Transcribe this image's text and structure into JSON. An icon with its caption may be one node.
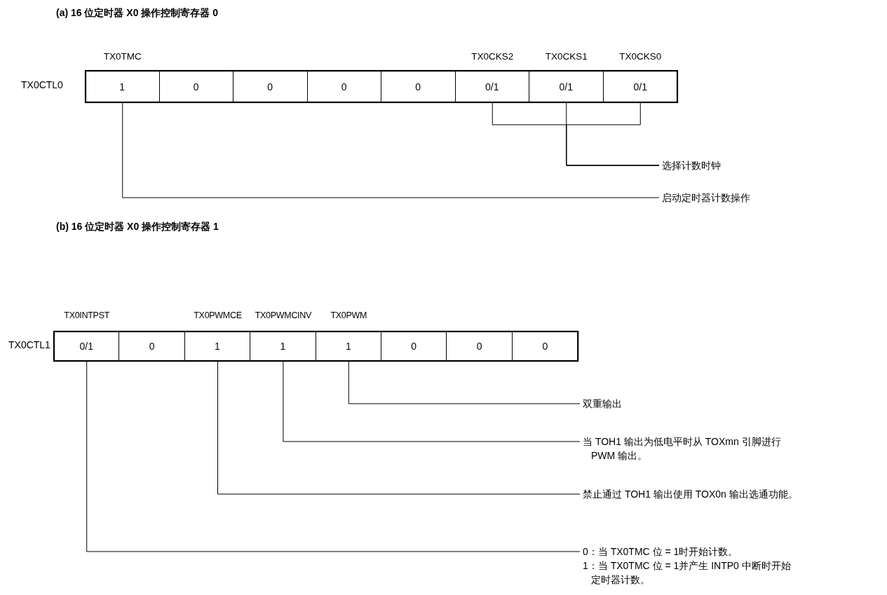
{
  "diagram": {
    "nodes": [
      {
        "text": [
          "1"
        ],
        "beside": [
          "TX0TMC"
        ]
      },
      {
        "text": [
          "0"
        ]
      },
      {
        "text": [
          "0"
        ]
      },
      {
        "text": [
          "0"
        ]
      },
      {
        "text": [
          "0"
        ]
      },
      {
        "text": [
          "0/1"
        ],
        "beside": [
          "TX0CKS2"
        ]
      },
      {
        "text": [
          "0/1"
        ],
        "beside": [
          "TX0CKS1"
        ]
      },
      {
        "text": [
          "0/1"
        ],
        "beside": [
          "TX0CKS0"
        ]
      },
      {
        "text": [
          "选择计数时钟"
        ]
      },
      {
        "text": [
          "启动定时器计数操作"
        ]
      },
      {
        "text": [
          "0/1"
        ],
        "beside": [
          "TX0INTPST"
        ]
      },
      {
        "text": [
          "0"
        ]
      },
      {
        "text": [
          "1"
        ],
        "beside": [
          "TX0PWMCE"
        ]
      },
      {
        "text": [
          "1"
        ],
        "beside": [
          "TX0PWMCINV"
        ]
      },
      {
        "text": [
          "1"
        ],
        "beside": [
          "TX0PWM"
        ]
      },
      {
        "text": [
          "0"
        ]
      },
      {
        "text": [
          "0"
        ]
      },
      {
        "text": [
          "0"
        ]
      },
      {
        "text": [
          "双重输出"
        ]
      },
      {
        "text": [
          "当 TOH1 输出为低电平时从 TOXmn 引脚进行 PWM 输出。"
        ]
      },
      {
        "text": [
          "禁止通过 TOH1 输出使用 TOX0n 输出选通功能。"
        ]
      },
      {
        "text": [
          "0：当 TX0TMC 位 = 1时开始计数。",
          "1：当 TX0TMC 位 = 1并产生 INTP0 中断时开始定时器计数。"
        ]
      }
    ],
    "edges": [
      {
        "from": 5,
        "to": 8,
        "arrow": "none"
      },
      {
        "from": 6,
        "to": 8,
        "arrow": "none"
      },
      {
        "from": 7,
        "to": 8,
        "arrow": "none"
      },
      {
        "from": 0,
        "to": 9,
        "arrow": "none"
      },
      {
        "from": 14,
        "to": 18,
        "arrow": "none"
      },
      {
        "from": 13,
        "to": 19,
        "arrow": "none"
      },
      {
        "from": 12,
        "to": 20,
        "arrow": "none"
      },
      {
        "from": 10,
        "to": 21,
        "arrow": "none"
      }
    ],
    "labels": [
      "(a) 16 位定时器 X0 操作控制寄存器 0",
      "TX0CTL0",
      "(b) 16 位定时器 X0 操作控制寄存器 1",
      "TX0CTL1"
    ]
  }
}
